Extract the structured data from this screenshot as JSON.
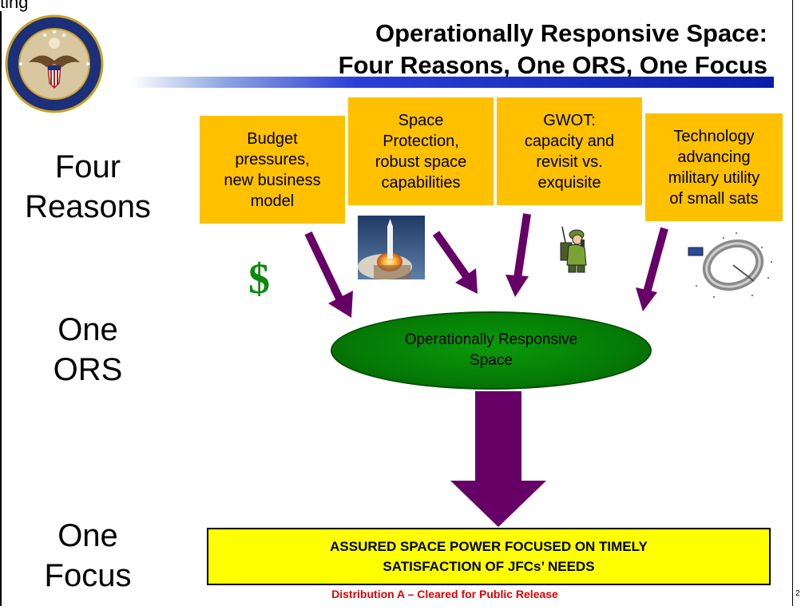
{
  "slide": {
    "cut_top_text": "ting",
    "title_line1": "Operationally Responsive Space:",
    "title_line2": "Four Reasons, One ORS, One Focus",
    "row_labels": {
      "four_reasons": [
        "Four",
        "Reasons"
      ],
      "one_ors": [
        "One",
        "ORS"
      ],
      "one_focus": [
        "One",
        "Focus"
      ]
    },
    "reasons": [
      [
        "Budget",
        "pressures,",
        "new business",
        "model"
      ],
      [
        "Space",
        "Protection,",
        "robust space",
        "capabilities"
      ],
      [
        "GWOT:",
        "capacity and",
        "revisit vs.",
        "exquisite"
      ],
      [
        "Technology",
        "advancing",
        "military utility",
        "of small sats"
      ]
    ],
    "dollar_symbol": "$",
    "ors_ellipse": [
      "Operationally Responsive",
      "Space"
    ],
    "focus_box": [
      "ASSURED SPACE POWER FOCUSED ON TIMELY",
      "SATISFACTION OF JFCs’ NEEDS"
    ],
    "footer": "Distribution A – Cleared for Public Release",
    "page_number": "2"
  },
  "icons": {
    "seal": "dod-seal-icon",
    "rocket": "rocket-launch-icon",
    "soldier": "soldier-radio-icon",
    "satellite": "satellite-icon"
  },
  "colors": {
    "reason_box": "#ffc000",
    "arrow": "#660066",
    "ellipse": "#057a05",
    "focus_box": "#ffff00",
    "footer_text": "#e00000",
    "dollar": "#0a8a0a"
  }
}
